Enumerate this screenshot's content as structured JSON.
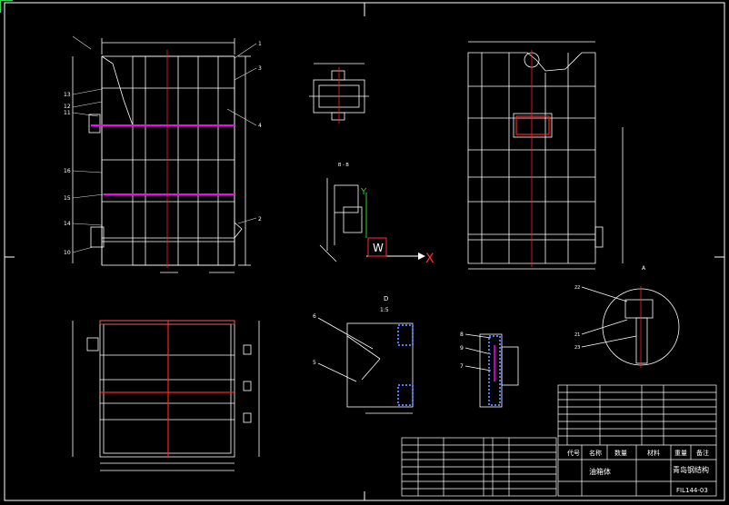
{
  "colors": {
    "background": "#000000",
    "line": "#ffffff",
    "centerline": "#ff2020",
    "highlight": "#ff00ff",
    "leader": "#e0e0e0",
    "hatch": "#4a78ff",
    "axis_x": "#ff3030",
    "axis_y": "#30d030",
    "axis_z": "#3050ff",
    "title_green": "#39d353"
  },
  "views": {
    "section_d_label": "D",
    "section_d_scale": "1:5",
    "section_b_label": "B - B",
    "detail_a_label": "A"
  },
  "callouts": {
    "front_left": [
      "1",
      "3",
      "4",
      "2"
    ],
    "front_right": [
      "13",
      "12",
      "11",
      "16",
      "15",
      "14",
      "10"
    ],
    "section_d": [
      "6",
      "5"
    ],
    "section_e": [
      "8",
      "9",
      "7"
    ],
    "detail_a": [
      "22",
      "21",
      "23"
    ]
  },
  "ucs": {
    "x_label": "X",
    "y_label": "Y",
    "w_label": "W"
  },
  "title_block": {
    "material_col": "材料",
    "qty_col": "数量",
    "name_col": "名称",
    "code_col": "代号",
    "note_col": "备注",
    "weight_col": "重量",
    "company": "青岛钢结构",
    "part_name": "油箱体",
    "drawing_no": "FIL144-03"
  }
}
